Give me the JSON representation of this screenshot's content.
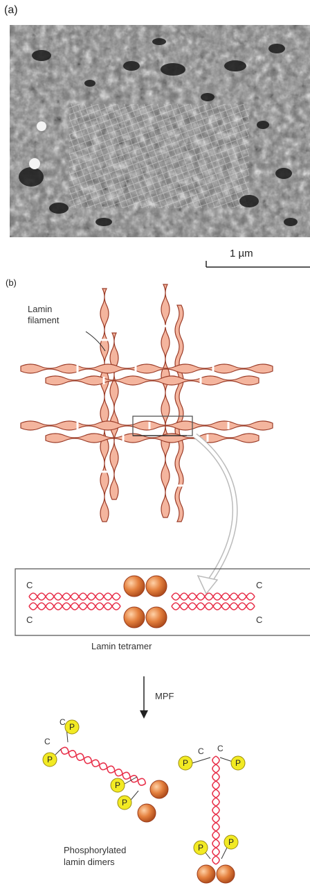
{
  "panel_a": {
    "label": "(a)"
  },
  "scale_bar": {
    "label": "1 µm"
  },
  "panel_b": {
    "label": "(b)",
    "filament_label_line1": "Lamin",
    "filament_label_line2": "filament",
    "tetramer_label": "Lamin tetramer",
    "terminus_label": "C",
    "arrow_label": "MPF",
    "phospho_marker": "P",
    "dimers_label_line1": "Phosphorylated",
    "dimers_label_line2": "lamin dimers"
  },
  "colors": {
    "filament_fill": "#f4b59e",
    "filament_stroke": "#9a3b27",
    "helix": "#e8304a",
    "globule": "#e07a3a",
    "phosphate": "#f2ea23"
  }
}
